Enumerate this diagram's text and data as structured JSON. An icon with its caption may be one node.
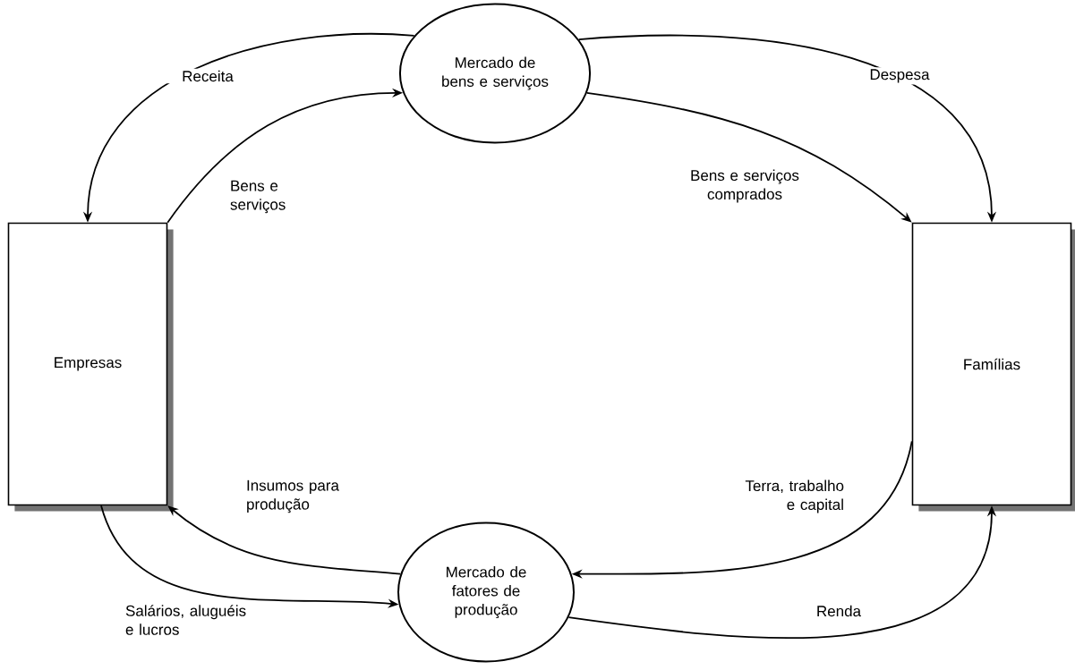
{
  "diagram": {
    "nodes": [
      {
        "text": [
          "Mercado de bens e serviços"
        ]
      },
      {
        "text": [
          "Empresas"
        ]
      },
      {
        "text": [
          "Famílias"
        ]
      },
      {
        "text": [
          "Mercado de fatores de produção"
        ]
      }
    ],
    "edges": [
      {
        "from": 0,
        "to": 1,
        "arrow": "to",
        "label": "Receita"
      },
      {
        "from": 1,
        "to": 0,
        "arrow": "to",
        "label": "Bens e serviços"
      },
      {
        "from": 0,
        "to": 2,
        "arrow": "to",
        "label": "Despesa"
      },
      {
        "from": 0,
        "to": 2,
        "arrow": "to",
        "label": "Bens e serviços comprados"
      },
      {
        "from": 2,
        "to": 3,
        "arrow": "to",
        "label": "Terra, trabalho e capital"
      },
      {
        "from": 3,
        "to": 2,
        "arrow": "to",
        "label": "Renda"
      },
      {
        "from": 3,
        "to": 1,
        "arrow": "to",
        "label": "Insumos para produção"
      },
      {
        "from": 1,
        "to": 3,
        "arrow": "to",
        "label": "Salários, aluguéis e lucros"
      }
    ]
  }
}
